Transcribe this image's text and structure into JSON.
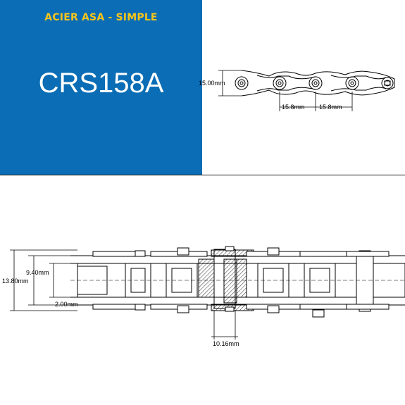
{
  "header": {
    "series": "ACIER ASA - SIMPLE",
    "model": "CRS158A"
  },
  "side_view": {
    "height_label": "15.00mm",
    "pitch_labels": [
      "15.8mm",
      "15.8mm"
    ]
  },
  "top_view": {
    "overall_width_label": "13.80mm",
    "inner_width_label": "9.40mm",
    "plate_thickness_label": "2.00mm",
    "pin_diameter_label": "10.16mm"
  },
  "colors": {
    "header_background": "#0a6db5",
    "series_text": "#f6c51a",
    "model_text": "#ffffff",
    "line": "#000000"
  }
}
